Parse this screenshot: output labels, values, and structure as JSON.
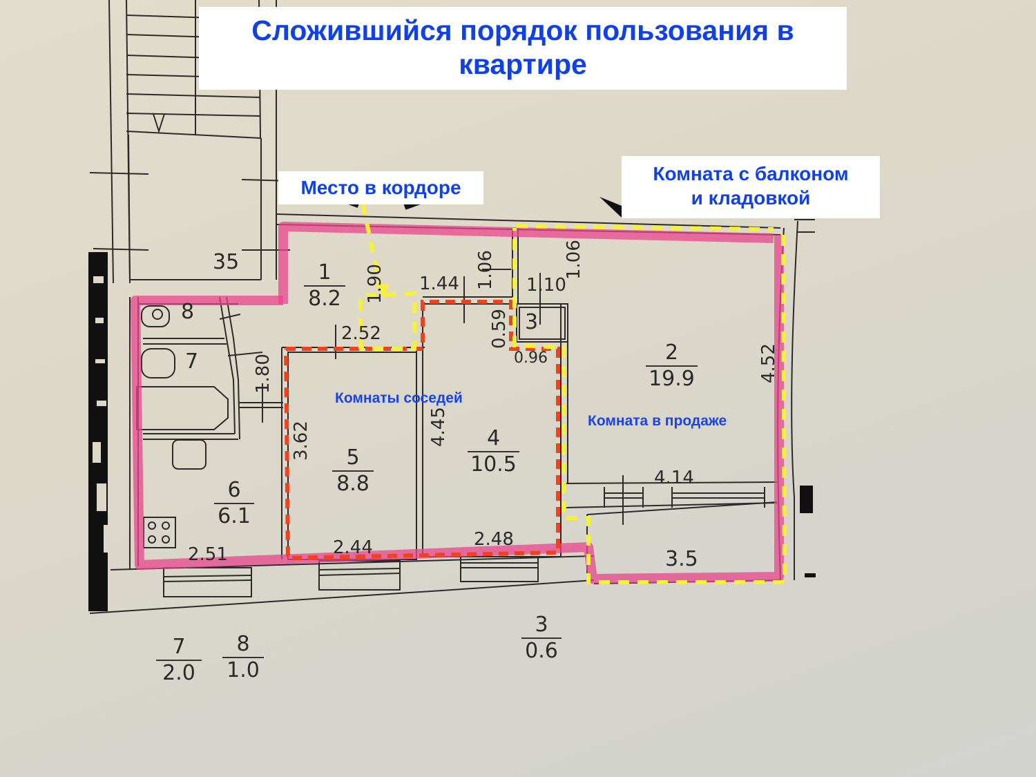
{
  "title": {
    "line1": "Сложившийся порядок пользования в",
    "line2": "квартире"
  },
  "callouts": {
    "corridor_spot": "Место в кордоре",
    "room_with_balcony_line1": "Комната с балконом",
    "room_with_balcony_line2": "и кладовкой",
    "neighbors_rooms": "Комнаты соседей",
    "room_for_sale": "Комната в продаже"
  },
  "colors": {
    "title_blue": "#1040e8",
    "pink_apartment_outline": "#e8468c",
    "yellow_for_sale_outline": "#f5f03a",
    "red_neighbors_outline": "#f0421e",
    "wall_ink": "#2a2a2a"
  },
  "rooms": [
    {
      "id": "1",
      "area": "8.2",
      "name": "corridor"
    },
    {
      "id": "2",
      "area": "19.9",
      "name": "room-for-sale"
    },
    {
      "id": "3",
      "area": "0.6",
      "name": "storage"
    },
    {
      "id": "4",
      "area": "10.5",
      "name": "neighbor-room"
    },
    {
      "id": "5",
      "area": "8.8",
      "name": "neighbor-room"
    },
    {
      "id": "6",
      "area": "6.1",
      "name": "kitchen"
    },
    {
      "id": "7",
      "area": "2.0",
      "name": "bathroom"
    },
    {
      "id": "8",
      "area": "1.0",
      "name": "toilet"
    }
  ],
  "stairwell_number": "35",
  "dimensions": {
    "d_1_90": "1.90",
    "d_1_44": "1.44",
    "d_1_06_a": "1.06",
    "d_1_06_b": "1.06",
    "d_1_10": "1.10",
    "d_2_52": "2.52",
    "d_0_59": "0.59",
    "d_0_96": "0.96",
    "d_1_80": "1.80",
    "d_3_62": "3.62",
    "d_4_45": "4.45",
    "d_4_52": "4.52",
    "d_4_14": "4.14",
    "d_2_51": "2.51",
    "d_2_44": "2.44",
    "d_2_48": "2.48",
    "balcony_3_5": "3.5"
  },
  "labels_inside": {
    "storage_num": "3",
    "toilet_num": "8",
    "bath_num": "7"
  }
}
